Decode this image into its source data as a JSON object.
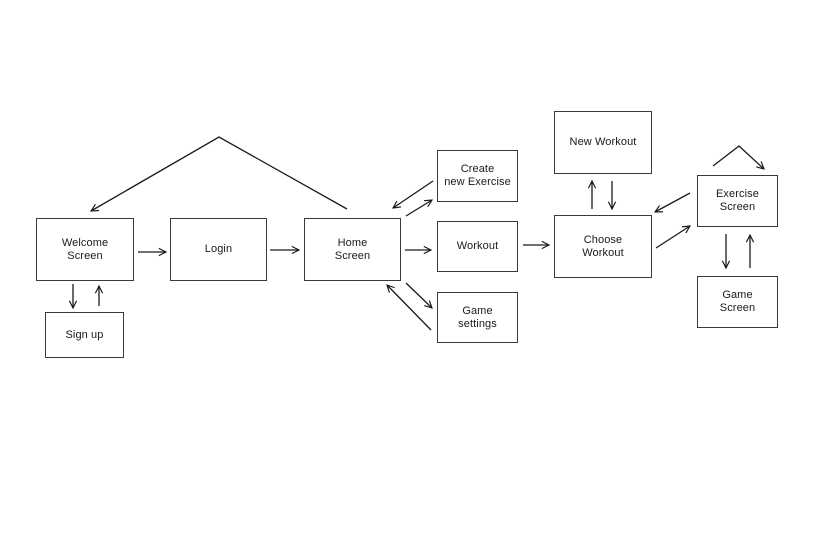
{
  "nodes": {
    "welcome": {
      "line1": "Welcome",
      "line2": "Screen"
    },
    "signup": {
      "line1": "Sign up"
    },
    "login": {
      "line1": "Login"
    },
    "home": {
      "line1": "Home",
      "line2": "Screen"
    },
    "create_exercise": {
      "line1": "Create",
      "line2": "new Exercise"
    },
    "workout": {
      "line1": "Workout"
    },
    "game_settings": {
      "line1": "Game",
      "line2": "settings"
    },
    "new_workout": {
      "line1": "New Workout"
    },
    "choose_workout": {
      "line1": "Choose",
      "line2": "Workout"
    },
    "exercise_screen": {
      "line1": "Exercise",
      "line2": "Screen"
    },
    "game_screen": {
      "line1": "Game",
      "line2": "Screen"
    }
  },
  "edges": [
    {
      "from": "welcome",
      "to": "login"
    },
    {
      "from": "login",
      "to": "home"
    },
    {
      "from": "home",
      "to": "welcome"
    },
    {
      "from": "welcome",
      "to": "signup"
    },
    {
      "from": "signup",
      "to": "welcome"
    },
    {
      "from": "home",
      "to": "create_exercise"
    },
    {
      "from": "create_exercise",
      "to": "home"
    },
    {
      "from": "home",
      "to": "workout"
    },
    {
      "from": "home",
      "to": "game_settings"
    },
    {
      "from": "game_settings",
      "to": "home"
    },
    {
      "from": "workout",
      "to": "choose_workout"
    },
    {
      "from": "choose_workout",
      "to": "new_workout"
    },
    {
      "from": "new_workout",
      "to": "choose_workout"
    },
    {
      "from": "choose_workout",
      "to": "exercise_screen"
    },
    {
      "from": "exercise_screen",
      "to": "choose_workout"
    },
    {
      "from": "exercise_screen",
      "to": "exercise_screen"
    },
    {
      "from": "exercise_screen",
      "to": "game_screen"
    },
    {
      "from": "game_screen",
      "to": "exercise_screen"
    }
  ],
  "colors": {
    "stroke": "#1a1a1a",
    "box_border": "#3a3a3a",
    "background": "#ffffff"
  }
}
